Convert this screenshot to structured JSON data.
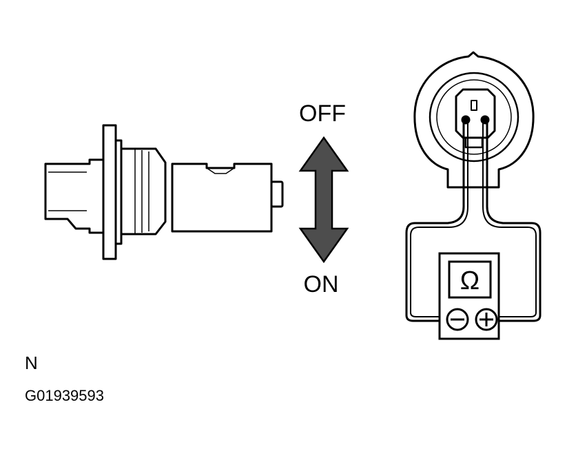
{
  "labels": {
    "off": "OFF",
    "on": "ON",
    "ohm": "Ω",
    "note": "N",
    "figure_id": "G01939593"
  },
  "colors": {
    "ink": "#000000",
    "arrow_fill": "#4d4d4d",
    "background": "#ffffff"
  }
}
